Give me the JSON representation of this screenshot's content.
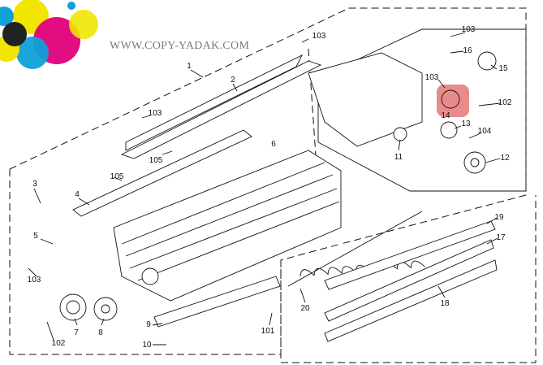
{
  "watermark": "WWW.COPY-YADAK.COM",
  "highlight_color": "#e05a5a",
  "labels": {
    "l103a": "103",
    "l1": "1",
    "l2": "2",
    "l103b": "103",
    "l105a": "105",
    "l6": "6",
    "l105b": "105",
    "l3": "3",
    "l4": "4",
    "l5": "5",
    "l103c": "103",
    "l7": "7",
    "l8": "8",
    "l102a": "102",
    "l9": "9",
    "l10": "10",
    "l101": "101",
    "l20": "20",
    "l18": "18",
    "l17": "17",
    "l19": "19",
    "l11": "11",
    "l12": "12",
    "l13": "13",
    "l104": "104",
    "l102b": "102",
    "l14": "14",
    "l103d": "103",
    "l15": "15",
    "l16": "16",
    "l103e": "103"
  }
}
